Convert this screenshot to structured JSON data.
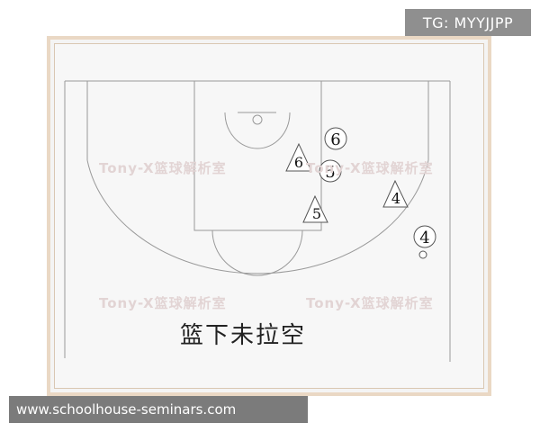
{
  "tag_label": "TG: MYYJJPP",
  "watermark": "www.schoolhouse-seminars.com",
  "caption": "篮下未拉空",
  "court_watermark": "Tony-X篮球解析室",
  "players": {
    "defender_6": "6",
    "defender_5": "5",
    "defender_4": "4",
    "offense_6": "6",
    "offense_5": "5",
    "offense_4": "4"
  }
}
